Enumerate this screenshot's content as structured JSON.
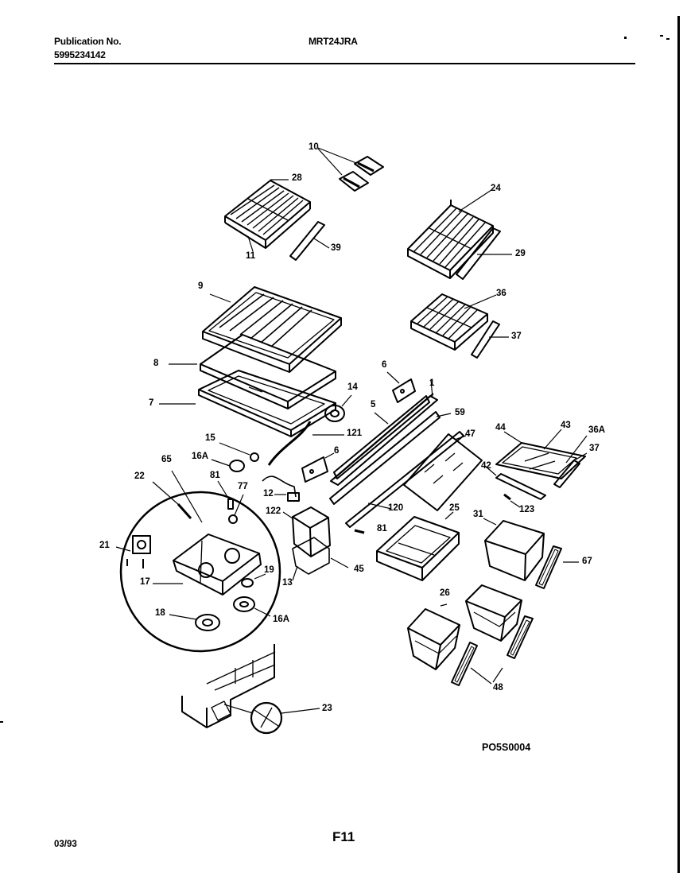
{
  "header": {
    "publication_label": "Publication No.",
    "publication_number": "5995234142",
    "model": "MRT24JRA"
  },
  "diagram": {
    "code": "PO5S0004",
    "labels": {
      "l10": "10",
      "l28": "28",
      "l11": "11",
      "l39": "39",
      "l24": "24",
      "l29": "29",
      "l36": "36",
      "l37": "37",
      "l9": "9",
      "l8": "8",
      "l7": "7",
      "l14": "14",
      "l6a": "6",
      "l1": "1",
      "l5": "5",
      "l59": "59",
      "l121": "121",
      "l15": "15",
      "l16a": "16A",
      "l6b": "6",
      "l47": "47",
      "l44": "44",
      "l43": "43",
      "l36a": "36A",
      "l37b": "37",
      "l42": "42",
      "l65": "65",
      "l22": "22",
      "l81a": "81",
      "l77": "77",
      "l12": "12",
      "l120": "120",
      "l123": "123",
      "l25": "25",
      "l31": "31",
      "l122": "122",
      "l81b": "81",
      "l21": "21",
      "l19": "19",
      "l13": "13",
      "l45": "45",
      "l17": "17",
      "l67": "67",
      "l26": "26",
      "l18": "18",
      "l16b": "16A",
      "l48": "48",
      "l23": "23"
    }
  },
  "footer": {
    "date": "03/93",
    "page": "F11"
  }
}
